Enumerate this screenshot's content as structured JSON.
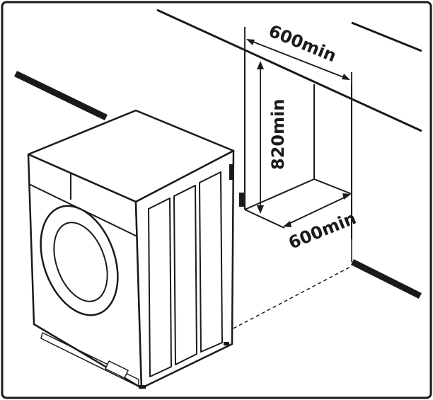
{
  "diagram": {
    "labels": {
      "width_top": "600min",
      "height": "820min",
      "depth": "600min"
    },
    "colors": {
      "line": "#1a1a1a",
      "background": "#ffffff"
    },
    "objects": {
      "appliance": "washing-machine",
      "cavity": "niche-recess"
    }
  }
}
